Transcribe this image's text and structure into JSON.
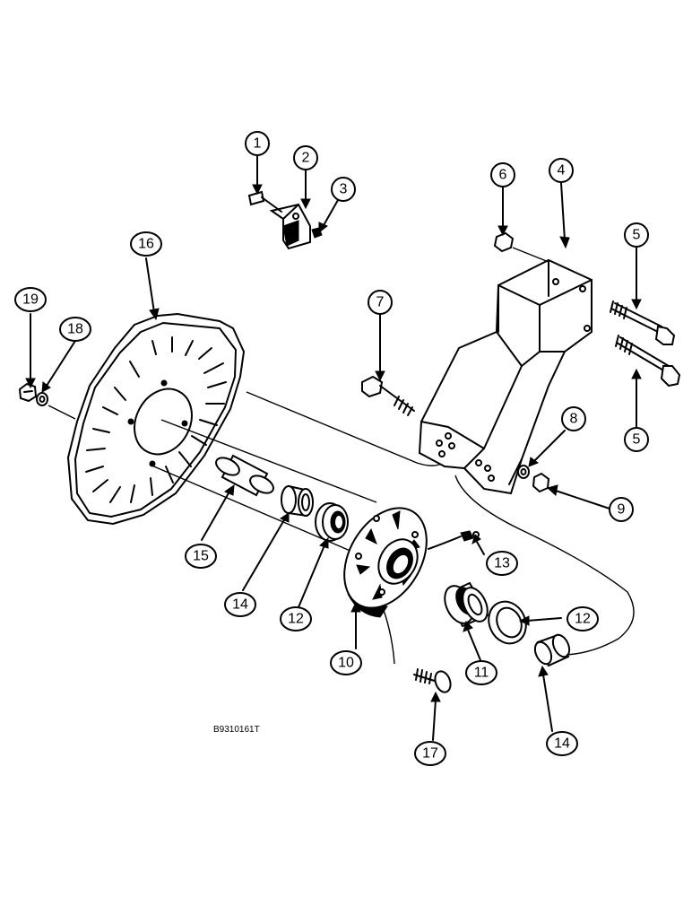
{
  "drawing": {
    "reference_code": "B9310161T",
    "callouts": [
      "1",
      "2",
      "3",
      "4",
      "5",
      "5",
      "6",
      "7",
      "8",
      "9",
      "10",
      "11",
      "12",
      "12",
      "13",
      "14",
      "14",
      "15",
      "16",
      "17",
      "18",
      "19"
    ]
  },
  "colors": {
    "ink": "#000000",
    "paper": "#ffffff"
  }
}
